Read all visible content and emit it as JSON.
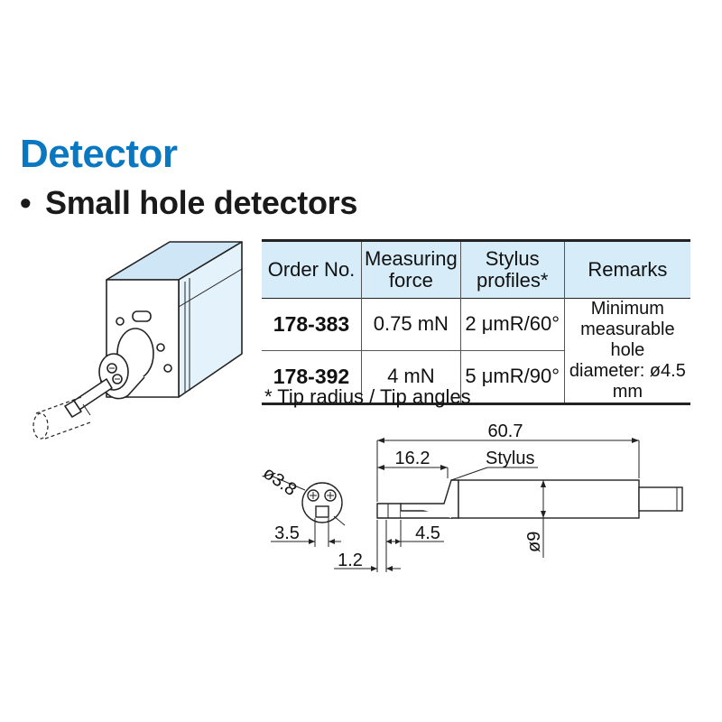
{
  "header": {
    "title": "Detector",
    "subtitle": "Small hole detectors",
    "bullet": "•"
  },
  "table": {
    "headers": {
      "order_no": "Order No.",
      "force_line1": "Measuring",
      "force_line2": "force",
      "stylus_line1": "Stylus",
      "stylus_line2": "profiles*",
      "remarks": "Remarks"
    },
    "rows": [
      {
        "order_no": "178-383",
        "force": "0.75 mN",
        "stylus": "2 μmR/60°"
      },
      {
        "order_no": "178-392",
        "force": "4 mN",
        "stylus": "5 μmR/90°"
      }
    ],
    "remarks": {
      "line1": "Minimum",
      "line2": "measurable hole",
      "line3": "diameter: ø4.5 mm"
    }
  },
  "footnote": "* Tip radius / Tip angles",
  "dimensions": {
    "total_length": "60.7",
    "stylus_offset": "16.2",
    "stylus_label": "Stylus",
    "head_diameter": "ø3.8",
    "body_diameter": "ø9",
    "d_3_5": "3.5",
    "d_4_5": "4.5",
    "d_1_2": "1.2"
  },
  "colors": {
    "title": "#0a78c0",
    "table_header_bg": "#d6ecf9",
    "detector_body": "#cfe6f7"
  }
}
